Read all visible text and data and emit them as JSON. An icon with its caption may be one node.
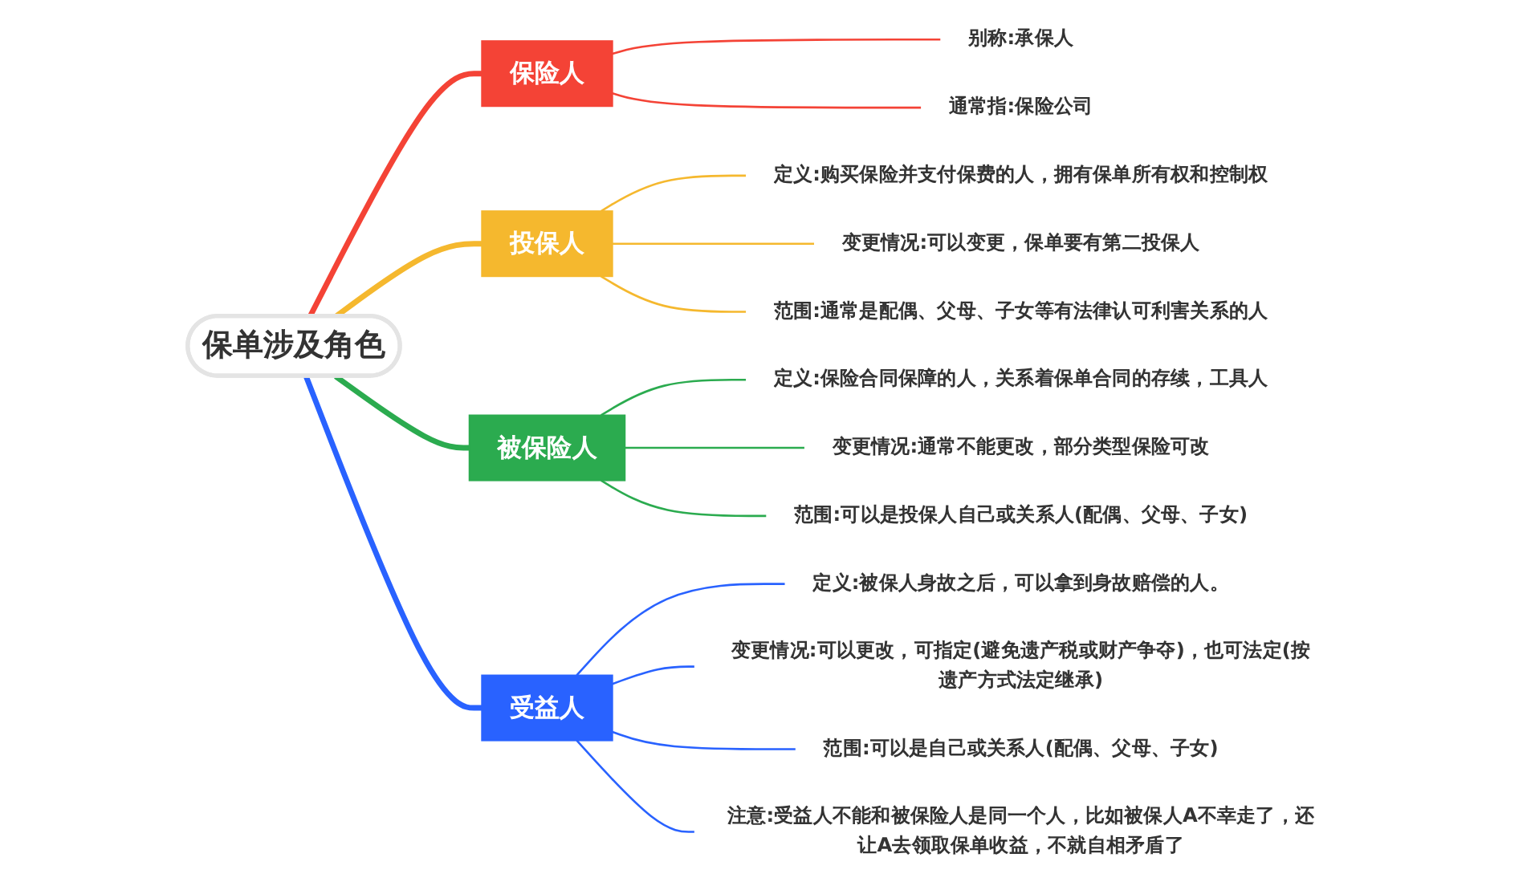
{
  "diagram": {
    "nodes": [
      {
        "text": [
          "保单涉及角色"
        ]
      },
      {
        "text": [
          "保险人"
        ]
      },
      {
        "text": [
          "别称:承保人"
        ]
      },
      {
        "text": [
          "通常指:保险公司"
        ]
      },
      {
        "text": [
          "投保人"
        ]
      },
      {
        "text": [
          "定义:购买保险并支付保费的人，拥有保单所有权和控制权"
        ]
      },
      {
        "text": [
          "变更情况:可以变更，保单要有第二投保人"
        ]
      },
      {
        "text": [
          "范围:通常是配偶、父母、子女等有法律认可利害关系的人"
        ]
      },
      {
        "text": [
          "被保险人"
        ]
      },
      {
        "text": [
          "定义:保险合同保障的人，关系着保单合同的存续，工具人"
        ]
      },
      {
        "text": [
          "变更情况:通常不能更改，部分类型保险可改"
        ]
      },
      {
        "text": [
          "范围:可以是投保人自己或关系人(配偶、父母、子女)"
        ]
      },
      {
        "text": [
          "受益人"
        ]
      },
      {
        "text": [
          "定义:被保人身故之后，可以拿到身故赔偿的人。"
        ]
      },
      {
        "text": [
          "变更情况:可以更改，可指定(避免遗产税或财产争夺)，也可法定(按遗产方式法定继承)"
        ]
      },
      {
        "text": [
          "范围:可以是自己或关系人(配偶、父母、子女)"
        ]
      },
      {
        "text": [
          "注意:受益人不能和被保险人是同一个人，比如被保人A不幸走了，还让A去领取保单收益，不就自相矛盾了"
        ]
      }
    ],
    "edges": [
      {
        "from": 0,
        "to": 1,
        "arrow": "none",
        "style": "thick",
        "color": "#f44336"
      },
      {
        "from": 1,
        "to": 2,
        "arrow": "none",
        "color": "#f44336"
      },
      {
        "from": 1,
        "to": 3,
        "arrow": "none",
        "color": "#f44336"
      },
      {
        "from": 0,
        "to": 4,
        "arrow": "none",
        "style": "thick",
        "color": "#f5b82e"
      },
      {
        "from": 4,
        "to": 5,
        "arrow": "none",
        "color": "#f5b82e"
      },
      {
        "from": 4,
        "to": 6,
        "arrow": "none",
        "color": "#f5b82e"
      },
      {
        "from": 4,
        "to": 7,
        "arrow": "none",
        "color": "#f5b82e"
      },
      {
        "from": 0,
        "to": 8,
        "arrow": "none",
        "style": "thick",
        "color": "#2bab4f"
      },
      {
        "from": 8,
        "to": 9,
        "arrow": "none",
        "color": "#2bab4f"
      },
      {
        "from": 8,
        "to": 10,
        "arrow": "none",
        "color": "#2bab4f"
      },
      {
        "from": 8,
        "to": 11,
        "arrow": "none",
        "color": "#2bab4f"
      },
      {
        "from": 0,
        "to": 12,
        "arrow": "none",
        "style": "thick",
        "color": "#2962ff"
      },
      {
        "from": 12,
        "to": 13,
        "arrow": "none",
        "color": "#2962ff"
      },
      {
        "from": 12,
        "to": 14,
        "arrow": "none",
        "color": "#2962ff"
      },
      {
        "from": 12,
        "to": 15,
        "arrow": "none",
        "color": "#2962ff"
      },
      {
        "from": 12,
        "to": 16,
        "arrow": "none",
        "color": "#2962ff"
      }
    ]
  }
}
